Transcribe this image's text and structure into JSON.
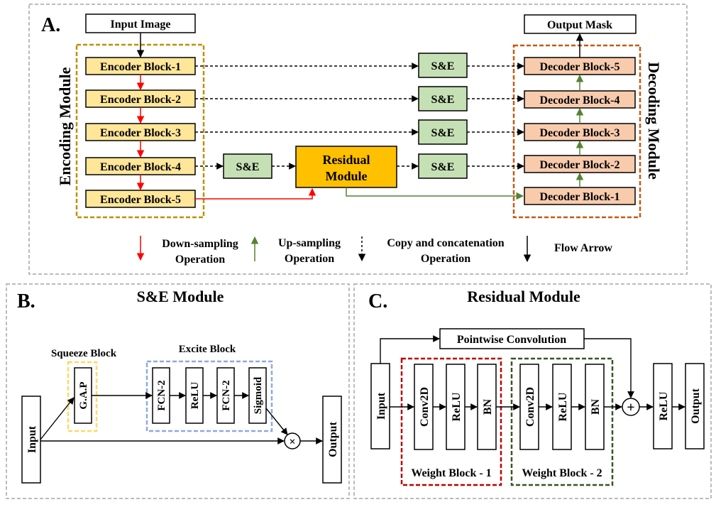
{
  "panel_a": {
    "letter": "A.",
    "input_image": "Input Image",
    "output_mask": "Output Mask",
    "encoding_module": "Encoding Module",
    "decoding_module": "Decoding Module",
    "encoders": [
      "Encoder Block-1",
      "Encoder Block-2",
      "Encoder Block-3",
      "Encoder Block-4",
      "Encoder Block-5"
    ],
    "decoders": [
      "Decoder Block-5",
      "Decoder Block-4",
      "Decoder Block-3",
      "Decoder Block-2",
      "Decoder Block-1"
    ],
    "se_label": "S&E",
    "residual_line1": "Residual",
    "residual_line2": "Module",
    "legend": {
      "down_line1": "Down-sampling",
      "down_line2": "Operation",
      "up_line1": "Up-sampling",
      "up_line2": "Operation",
      "copy_line1": "Copy and concatenation",
      "copy_line2": "Operation",
      "flow": "Flow Arrow"
    }
  },
  "panel_b": {
    "letter": "B.",
    "title": "S&E Module",
    "squeeze_block": "Squeeze Block",
    "excite_block": "Excite Block",
    "input": "Input",
    "gap": "G.A.P",
    "fcn1": "FCN-2",
    "relu": "ReLU",
    "fcn2": "FCN-2",
    "sigmoid": "Sigmoid",
    "output": "Output",
    "multiply": "×"
  },
  "panel_c": {
    "letter": "C.",
    "title": "Residual Module",
    "pointwise": "Pointwise Convolution",
    "input": "Input",
    "wb1": [
      "Conv2D",
      "ReLU",
      "BN"
    ],
    "wb2": [
      "Conv2D",
      "ReLU",
      "BN"
    ],
    "weight_block_1": "Weight Block - 1",
    "weight_block_2": "Weight Block - 2",
    "relu": "ReLU",
    "output": "Output",
    "plus": "+"
  },
  "colors": {
    "encoder_fill": "#FFE699",
    "decoder_fill": "#F8CBAD",
    "se_fill": "#C5E0B4",
    "residual_fill": "#FFC000",
    "encoding_dash": "#BF9000",
    "decoding_dash": "#C55A11",
    "squeeze_dash": "#FFD966",
    "excite_dash": "#8FAADC",
    "wb1_dash": "#C00000",
    "wb2_dash": "#375623",
    "down_arrow": "#FF0000",
    "up_arrow": "#548235"
  }
}
